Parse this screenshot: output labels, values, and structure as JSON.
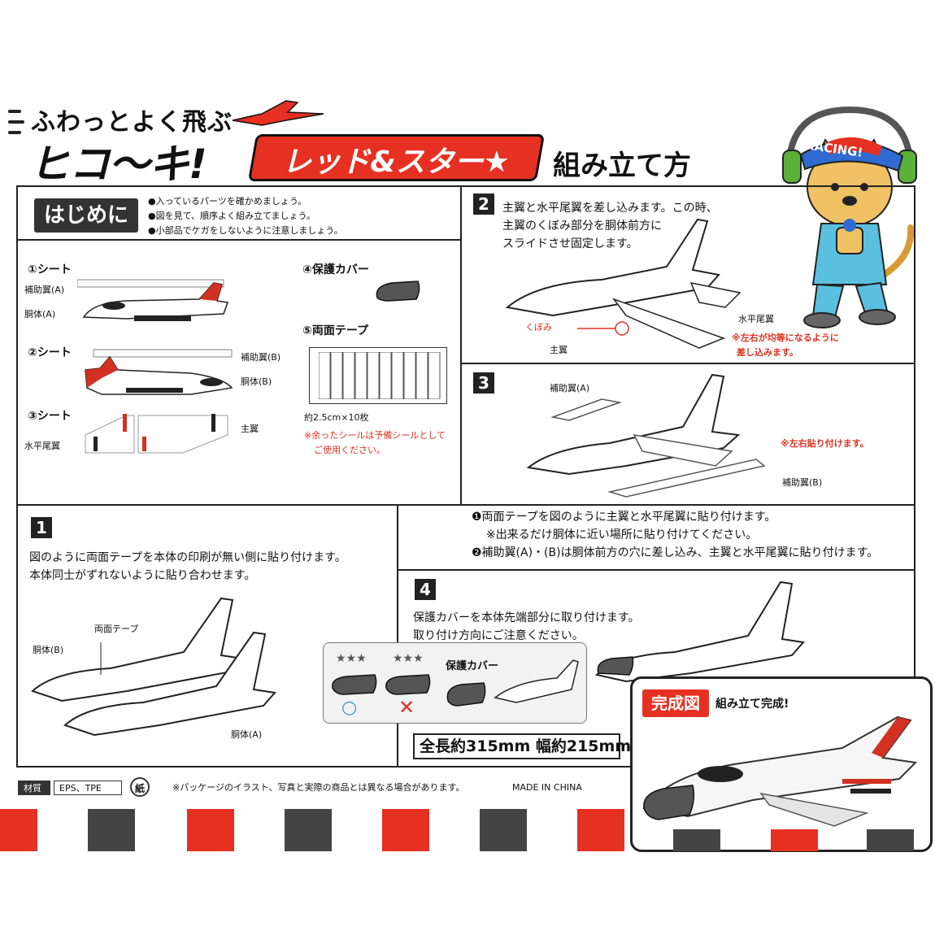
{
  "header": {
    "tagline": "ふわっとよく飛ぶ",
    "product_name": "ヒコ〜キ!",
    "banner": "レッド&スター★",
    "subtitle": "組み立て方"
  },
  "mascot": {
    "cap_text": "RACING!"
  },
  "intro": {
    "title": "はじめに",
    "notes": [
      "●入っているパーツを確かめましょう。",
      "●図を見て、順序よく組み立てましょう。",
      "●小部品でケガをしないように注意しましょう。"
    ]
  },
  "parts": {
    "sheet1": "①シート",
    "sheet1_labels": [
      "補助翼(A)",
      "胴体(A)"
    ],
    "sheet2": "②シート",
    "sheet2_labels": [
      "補助翼(B)",
      "胴体(B)"
    ],
    "sheet3": "③シート",
    "sheet3_labels": [
      "主翼",
      "水平尾翼"
    ],
    "cover": "④保護カバー",
    "tape": "⑤両面テープ",
    "tape_count": "約2.5cm×10枚",
    "tape_note_1": "※余ったシールは予備シールとして",
    "tape_note_2": "ご使用ください。"
  },
  "step1": {
    "num": "1",
    "line1": "図のように両面テープを本体の印刷が無い側に貼り付けます。",
    "line2": "本体同士がずれないように貼り合わせます。",
    "labels": [
      "胴体(B)",
      "両面テープ",
      "胴体(A)"
    ]
  },
  "step2": {
    "num": "2",
    "line1": "主翼と水平尾翼を差し込みます。この時、",
    "line2": "主翼のくぼみ部分を胴体前方に",
    "line3": "スライドさせ固定します。",
    "labels": {
      "dent": "くぼみ",
      "main_wing": "主翼",
      "tail": "水平尾翼"
    },
    "note1": "※左右が均等になるように",
    "note2": "差し込みます。"
  },
  "step3": {
    "num": "3",
    "label_a": "補助翼(A)",
    "label_b": "補助翼(B)",
    "red_note": "※左右貼り付けます。",
    "inst1": "❶両面テープを図のように主翼と水平尾翼に貼り付けます。",
    "inst1_sub": "※出来るだけ胴体に近い場所に貼り付けてください。",
    "inst2": "❷補助翼(A)・(B)は胴体前方の穴に差し込み、主翼と水平尾翼に貼り付けます。"
  },
  "step4": {
    "num": "4",
    "line1": "保護カバーを本体先端部分に取り付けます。",
    "line2": "取り付け方向にご注意ください。",
    "cover_label": "保護カバー",
    "ok_mark": "○",
    "ng_mark": "✕",
    "size_text": "全長約315mm 幅約215mm"
  },
  "complete": {
    "tag": "完成図",
    "text": "組み立て完成!"
  },
  "footer": {
    "material_label": "材質",
    "material_value": "EPS、TPE",
    "paper_mark": "紙",
    "disclaimer": "※パッケージのイラスト、写真と実際の商品とは異なる場合があります。",
    "origin": "MADE IN CHINA"
  },
  "colors": {
    "accent_red": "#e63022",
    "dark_gray": "#444444"
  }
}
